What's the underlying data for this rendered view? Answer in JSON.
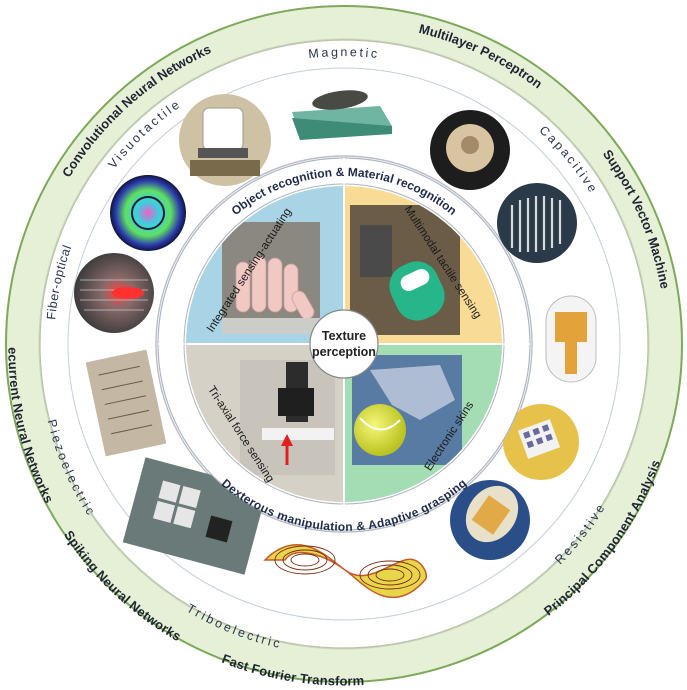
{
  "outer_ring": {
    "multilayer_perceptron": "Multilayer Perceptron",
    "support_vector_machine": "Support Vector Machine",
    "principal_component_analysis": "Principal Component Analysis",
    "fast_fourier_transform": "Fast Fourier Transform",
    "spiking_neural_networks": "Spiking Neural Networks",
    "recurrent_neural_networks": "Recurrent Neural Networks",
    "convolutional_neural_networks": "Convolutional Neural Networks"
  },
  "middle_ring": {
    "magnetic": "Magnetic",
    "capacitive": "Capacitive",
    "resistive": "Resistive",
    "triboelectric": "Triboelectric",
    "piezoelectric": "Piezoelectric",
    "fiber_optical": "Fiber-optical",
    "visuotactile": "Visuotactile"
  },
  "inner_ring": {
    "object_material_recognition": "Object recognition & Material recognition",
    "dexterous_adaptive": "Dexterous manipulation & Adaptive grasping"
  },
  "quadrants": {
    "top_left": "Integrated sensing-actuating",
    "top_right": "Multimodal tactile sensing",
    "bottom_left": "Tri-axial force sensing",
    "bottom_right": "Electronic skins"
  },
  "center": {
    "line1": "Texture",
    "line2": "perception"
  },
  "colors": {
    "outer_ring_fill": "#e6f0d6",
    "outer_ring_border": "#7ea85a",
    "quad_top_left": "#a9d4e6",
    "quad_top_right": "#f8dc96",
    "quad_bottom_left": "#d6d1c6",
    "quad_bottom_right": "#a4dcb3"
  }
}
